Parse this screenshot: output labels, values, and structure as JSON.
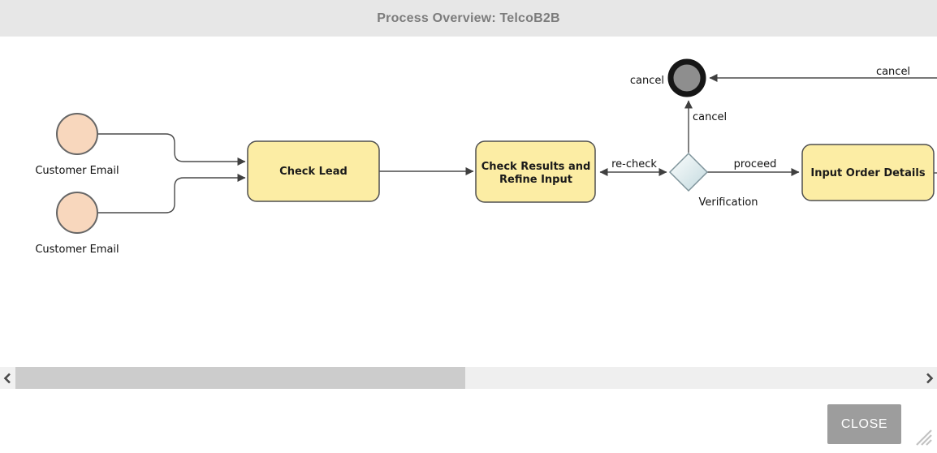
{
  "header": {
    "title": "Process Overview: TelcoB2B"
  },
  "diagram": {
    "start_events": [
      {
        "label": "Customer Email"
      },
      {
        "label": "Customer Email"
      }
    ],
    "tasks": [
      {
        "label": "Check Lead"
      },
      {
        "label_line1": "Check Results and",
        "label_line2": "Refine Input"
      },
      {
        "label": "Input Order Details"
      }
    ],
    "gateway": {
      "label": "Verification"
    },
    "end_event": {
      "type": "terminate-end-event"
    },
    "edge_labels": {
      "recheck": "re-check",
      "proceed": "proceed",
      "cancel_vertical": "cancel",
      "cancel_end_left": "cancel",
      "cancel_top": "cancel"
    },
    "colors": {
      "task_fill": "#fceda4",
      "task_border": "#4f4f4f",
      "start_fill": "#f8d7bd",
      "start_border": "#666666",
      "gateway_fill_light": "#fdfefe",
      "gateway_fill_dark": "#c2d9de",
      "gateway_border": "#7f949b",
      "end_ring": "#161616",
      "end_fill": "#8e8e8e",
      "edge": "#3f3f3f"
    }
  },
  "scrollbar": {
    "left_icon": "chevron-left",
    "right_icon": "chevron-right",
    "thumb_color": "#cccccc",
    "track_color": "#efefef"
  },
  "footer": {
    "close_label": "CLOSE"
  }
}
